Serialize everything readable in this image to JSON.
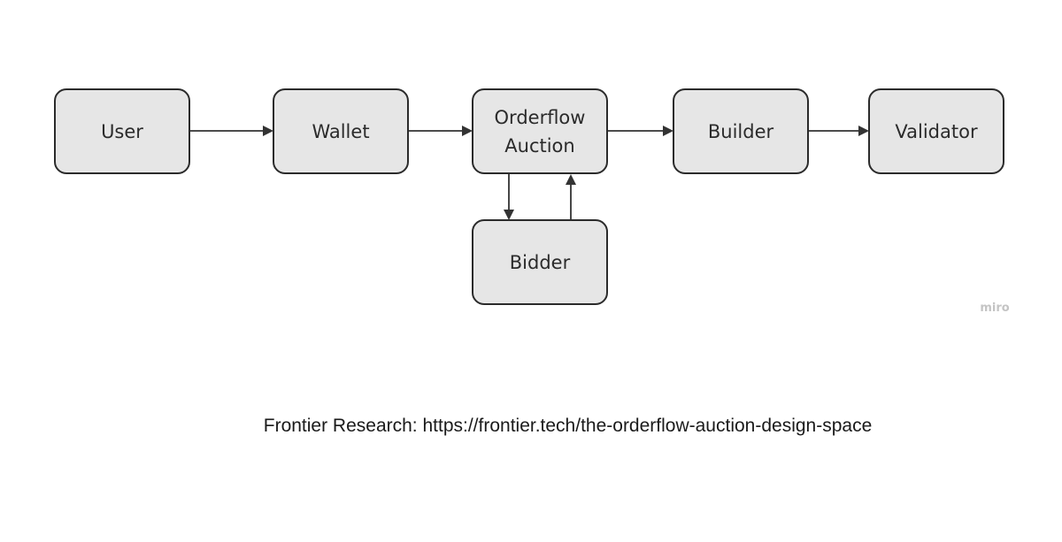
{
  "diagram": {
    "nodes": {
      "user": "User",
      "wallet": "Wallet",
      "orderflow_auction": [
        "Orderflow",
        "Auction"
      ],
      "builder": "Builder",
      "validator": "Validator",
      "bidder": "Bidder"
    },
    "edges": [
      {
        "from": "User",
        "to": "Wallet"
      },
      {
        "from": "Wallet",
        "to": "Orderflow Auction"
      },
      {
        "from": "Orderflow Auction",
        "to": "Builder"
      },
      {
        "from": "Builder",
        "to": "Validator"
      },
      {
        "from": "Orderflow Auction",
        "to": "Bidder"
      },
      {
        "from": "Bidder",
        "to": "Orderflow Auction"
      }
    ],
    "colors": {
      "node_fill": "#e6e6e6",
      "node_stroke": "#2b2b2b",
      "edge": "#333333"
    }
  },
  "watermark": "miro",
  "caption": "Frontier Research: https://frontier.tech/the-orderflow-auction-design-space"
}
